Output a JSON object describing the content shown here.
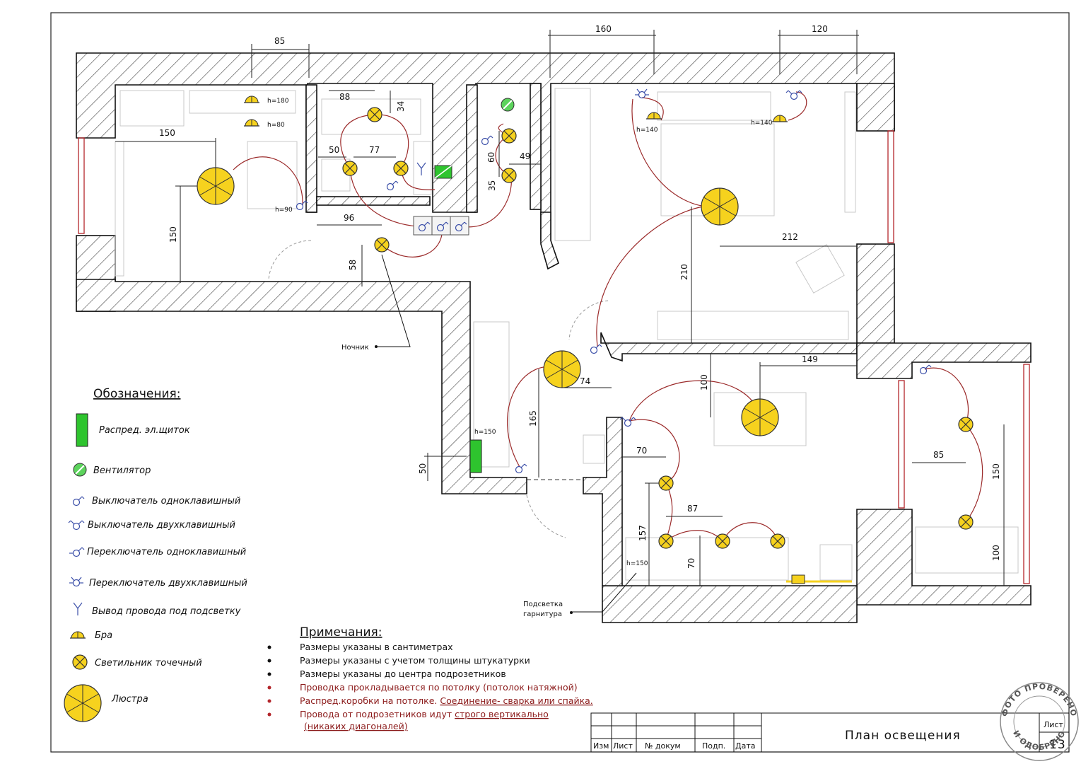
{
  "legend": {
    "title": "Обозначения:",
    "items": [
      {
        "icon": "distribution-panel-icon",
        "label": "Распред. эл.щиток"
      },
      {
        "icon": "fan-icon",
        "label": "Вентилятор"
      },
      {
        "icon": "single-switch-icon",
        "label": "Выключатель одноклавишный"
      },
      {
        "icon": "double-switch-icon",
        "label": "Выключатель двухклавишный"
      },
      {
        "icon": "single-toggle-icon",
        "label": "Переключатель одноклавишный"
      },
      {
        "icon": "double-toggle-icon",
        "label": "Переключатель двухклавишный"
      },
      {
        "icon": "wire-outlet-icon",
        "label": "Вывод провода под подсветку"
      },
      {
        "icon": "sconce-icon",
        "label": "Бра"
      },
      {
        "icon": "spotlight-icon",
        "label": "Светильник точечный"
      },
      {
        "icon": "chandelier-icon",
        "label": "Люстра"
      }
    ]
  },
  "notes": {
    "title": "Примечания:",
    "items": [
      {
        "text": "Размеры указаны в сантиметрах",
        "color": "#111111"
      },
      {
        "text": "Размеры указаны с учетом толщины штукатурки",
        "color": "#111111"
      },
      {
        "text": "Размеры указаны до центра подрозетников",
        "color": "#111111"
      },
      {
        "text": "Проводка прокладывается по потолку (потолок натяжной)",
        "color": "#8b1a1a"
      }
    ],
    "note5_a": "Распред.коробки на потолке.",
    "note5_b": "Соединение- сварка или спайка.",
    "note6_a": "Провода от подрозетников идут",
    "note6_b": "строго вертикально",
    "note6_c": "(никаких диагоналей)"
  },
  "callouts": {
    "night_light": "Ночник",
    "kitchen_light_1": "Подсветка",
    "kitchen_light_2": "гарнитура"
  },
  "dimensions": {
    "d85_top": "85",
    "d160": "160",
    "d120": "120",
    "d88": "88",
    "d34": "34",
    "d150_a": "150",
    "d150_b": "150",
    "d50_a": "50",
    "d77": "77",
    "d60": "60",
    "d49": "49",
    "d35": "35",
    "d96": "96",
    "d58": "58",
    "d212": "212",
    "d210": "210",
    "d149": "149",
    "d100_a": "100",
    "d74": "74",
    "d165": "165",
    "d50_b": "50",
    "d70_a": "70",
    "d87": "87",
    "d157": "157",
    "d70_b": "70",
    "d85_b": "85",
    "d150_c": "150",
    "d100_b": "100",
    "h180": "h=180",
    "h80": "h=80",
    "h90": "h=90",
    "h140_a": "h=140",
    "h140_b": "h=140",
    "h150_a": "h=150",
    "h150_b": "h=150"
  },
  "title_block": {
    "headers": [
      "Изм",
      "Лист",
      "№ докум",
      "Подп.",
      "Дата"
    ],
    "title": "План освещения",
    "sheet_label": "Лист",
    "sheet_number": "13"
  },
  "stamp": {
    "text_top": "ФОТО ПРОВЕРЕНО",
    "text_bottom": "И ОДОБРЕНО"
  },
  "colors": {
    "wire": "#9b2a2a",
    "lamp": "#f6d21e",
    "panel": "#2ec42e",
    "wall_hatch": "#333333"
  }
}
